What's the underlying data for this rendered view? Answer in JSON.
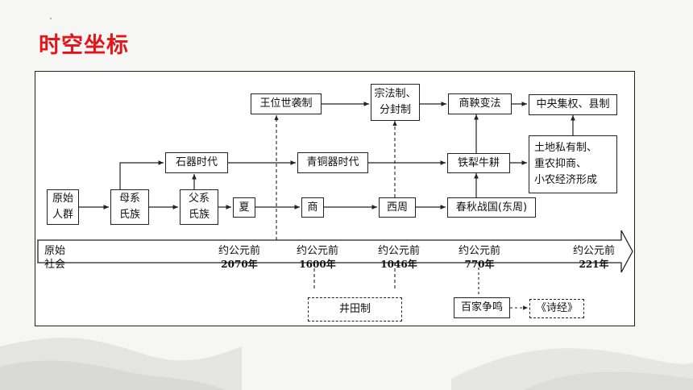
{
  "slide": {
    "title": "时空坐标"
  },
  "diagram": {
    "nodes": {
      "yuanshi_renqun": "原始\n人群",
      "muxi_shizu": "母系\n氏族",
      "fuxi_shizu": "父系\n氏族",
      "shiqi_shidai": "石器时代",
      "xia": "夏",
      "shang": "商",
      "xizhou": "西周",
      "chunqiu_zhanguo": "春秋战国(东周)",
      "qingtongqi_shidai": "青铜器时代",
      "tieli_niugeng": "铁犁牛耕",
      "tudi_siyouzhi": "土地私有制、\n重农抑商、\n小农经济形成",
      "wangwei_shixizhi": "王位世袭制",
      "zongfa_fenfeng": "宗法制、\n分封制",
      "shangyang_bianfa": "商鞅变法",
      "zhongyang_jiquan": "中央集权、县制",
      "jingtianzhi": "井田制",
      "baijia_zhengming": "百家争鸣",
      "shijing": "《诗经》"
    },
    "timeline": {
      "start": "原始\n社会",
      "t1": "约公元前",
      "t1_year": "2070年",
      "t2": "约公元前",
      "t2_year": "1600年",
      "t3": "约公元前",
      "t3_year": "1046年",
      "t4": "约公元前",
      "t4_year": "770年",
      "t5": "约公元前",
      "t5_year": "221年"
    }
  }
}
